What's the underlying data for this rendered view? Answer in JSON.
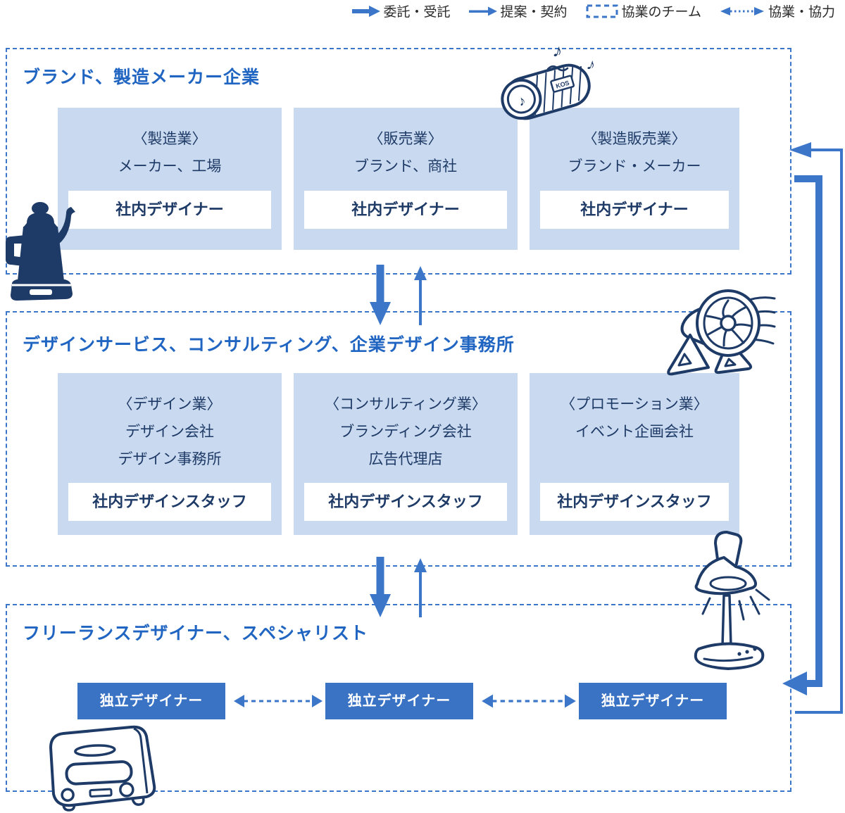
{
  "colors": {
    "accent_blue": "#3b76c9",
    "title_blue": "#2065c1",
    "org_box_fill": "#c9d9ef",
    "navy_ink": "#1e3a66",
    "freelance_fill": "#3a73c4",
    "legend_text": "#2b2b2b"
  },
  "legend": {
    "items": [
      {
        "icon": "thick-arrow-icon",
        "label": "委託・受託"
      },
      {
        "icon": "thin-arrow-icon",
        "label": "提案・契約"
      },
      {
        "icon": "dashed-box-icon",
        "label": "協業のチーム"
      },
      {
        "icon": "dotted-double-arrow-icon",
        "label": "協業・協力"
      }
    ]
  },
  "sections": [
    {
      "title": "ブランド、製造メーカー企業",
      "boxes": [
        {
          "category": "〈製造業〉",
          "lines": [
            "メーカー、工場"
          ],
          "staff": "社内デザイナー"
        },
        {
          "category": "〈販売業〉",
          "lines": [
            "ブランド、商社"
          ],
          "staff": "社内デザイナー"
        },
        {
          "category": "〈製造販売業〉",
          "lines": [
            "ブランド・メーカー"
          ],
          "staff": "社内デザイナー"
        }
      ]
    },
    {
      "title": "デザインサービス、コンサルティング、企業デザイン事務所",
      "boxes": [
        {
          "category": "〈デザイン業〉",
          "lines": [
            "デザイン会社",
            "デザイン事務所"
          ],
          "staff": "社内デザインスタッフ"
        },
        {
          "category": "〈コンサルティング業〉",
          "lines": [
            "ブランディング会社",
            "広告代理店"
          ],
          "staff": "社内デザインスタッフ"
        },
        {
          "category": "〈プロモーション業〉",
          "lines": [
            "イベント企画会社"
          ],
          "staff": "社内デザインスタッフ"
        }
      ]
    },
    {
      "title": "フリーランスデザイナー、スペシャリスト",
      "freelancers": [
        {
          "label": "独立デザイナー"
        },
        {
          "label": "独立デザイナー"
        },
        {
          "label": "独立デザイナー"
        }
      ]
    }
  ],
  "illustrations": {
    "speaker_label": "KOS",
    "items": [
      "speaker-icon",
      "kettle-icon",
      "fan-icon",
      "desk-lamp-icon",
      "toaster-icon"
    ]
  }
}
